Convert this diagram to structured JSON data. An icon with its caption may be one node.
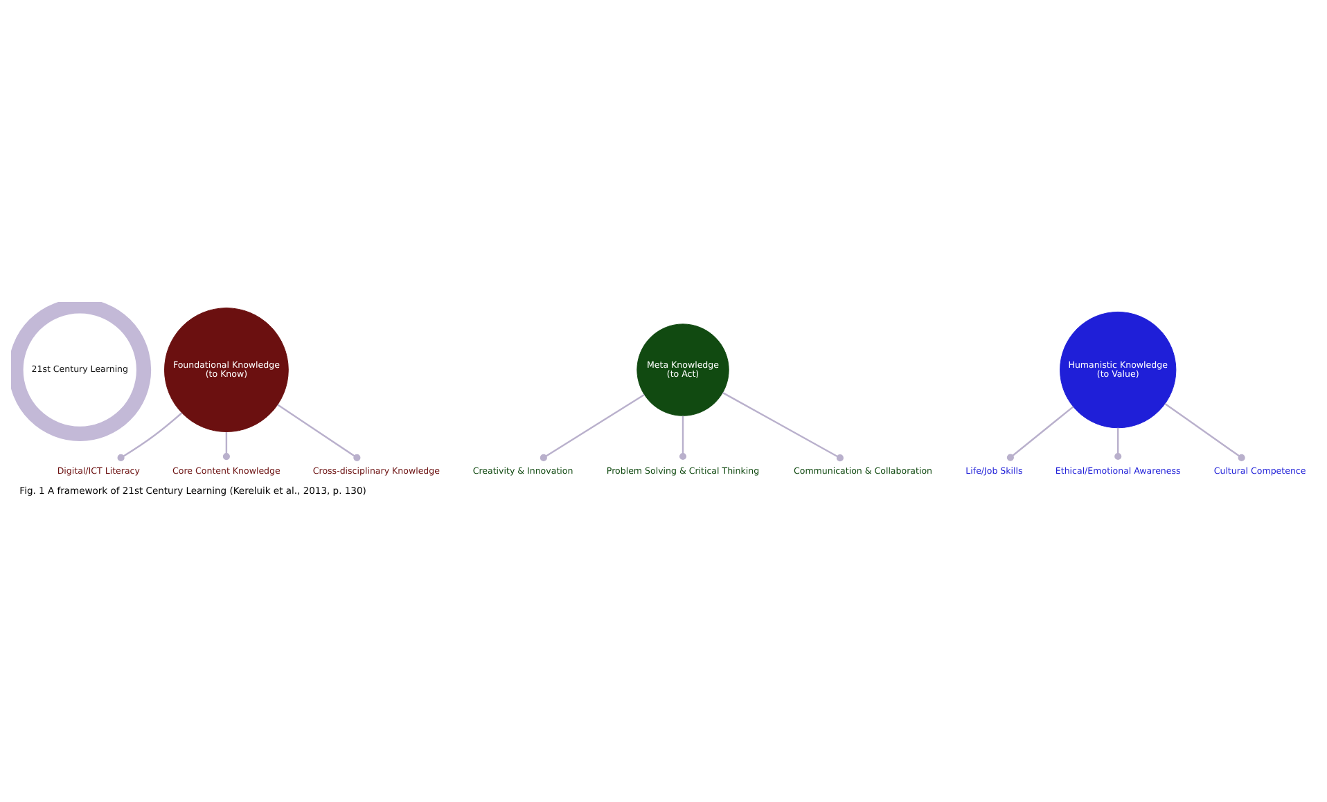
{
  "diagram": {
    "caption": "Fig. 1 A framework of 21st Century Learning (Kereluik et al., 2013, p. 130)",
    "nodes": [
      {
        "text": [
          "21st Century Learning"
        ]
      },
      {
        "text": [
          "Foundational Knowledge",
          "(to Know)"
        ]
      },
      {
        "text": [
          "Meta Knowledge",
          "(to Act)"
        ]
      },
      {
        "text": [
          "Humanistic Knowledge",
          "(to Value)"
        ]
      },
      {
        "text": [
          "Digital/ICT Literacy"
        ]
      },
      {
        "text": [
          "Core Content Knowledge"
        ]
      },
      {
        "text": [
          "Cross-disciplinary Knowledge"
        ]
      },
      {
        "text": [
          "Creativity & Innovation"
        ]
      },
      {
        "text": [
          "Problem Solving & Critical Thinking"
        ]
      },
      {
        "text": [
          "Communication & Collaboration"
        ]
      },
      {
        "text": [
          "Life/Job Skills"
        ]
      },
      {
        "text": [
          "Ethical/Emotional Awareness"
        ]
      },
      {
        "text": [
          "Cultural Competence"
        ]
      }
    ],
    "edges": [
      {
        "from": 1,
        "to": 4,
        "arrow": "other"
      },
      {
        "from": 1,
        "to": 5,
        "arrow": "other"
      },
      {
        "from": 1,
        "to": 6,
        "arrow": "other"
      },
      {
        "from": 2,
        "to": 7,
        "arrow": "other"
      },
      {
        "from": 2,
        "to": 8,
        "arrow": "other"
      },
      {
        "from": 2,
        "to": 9,
        "arrow": "other"
      },
      {
        "from": 3,
        "to": 10,
        "arrow": "other"
      },
      {
        "from": 3,
        "to": 11,
        "arrow": "other"
      },
      {
        "from": 3,
        "to": 12,
        "arrow": "other"
      }
    ]
  }
}
